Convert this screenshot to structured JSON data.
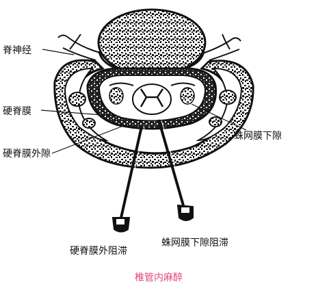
{
  "labels": {
    "spinal_nerve": "脊神经",
    "dura_mater": "硬脊膜",
    "epidural_space": "硬脊膜外隙",
    "subarachnoid_space": "蛛网膜下隙",
    "epidural_block": "硬脊膜外阻滞",
    "subarachnoid_block": "蛛网膜下隙阻滞"
  },
  "caption": {
    "text": "椎管内麻醉",
    "color": "#e4477d"
  },
  "colors": {
    "ink": "#111111",
    "paper": "#ffffff"
  }
}
